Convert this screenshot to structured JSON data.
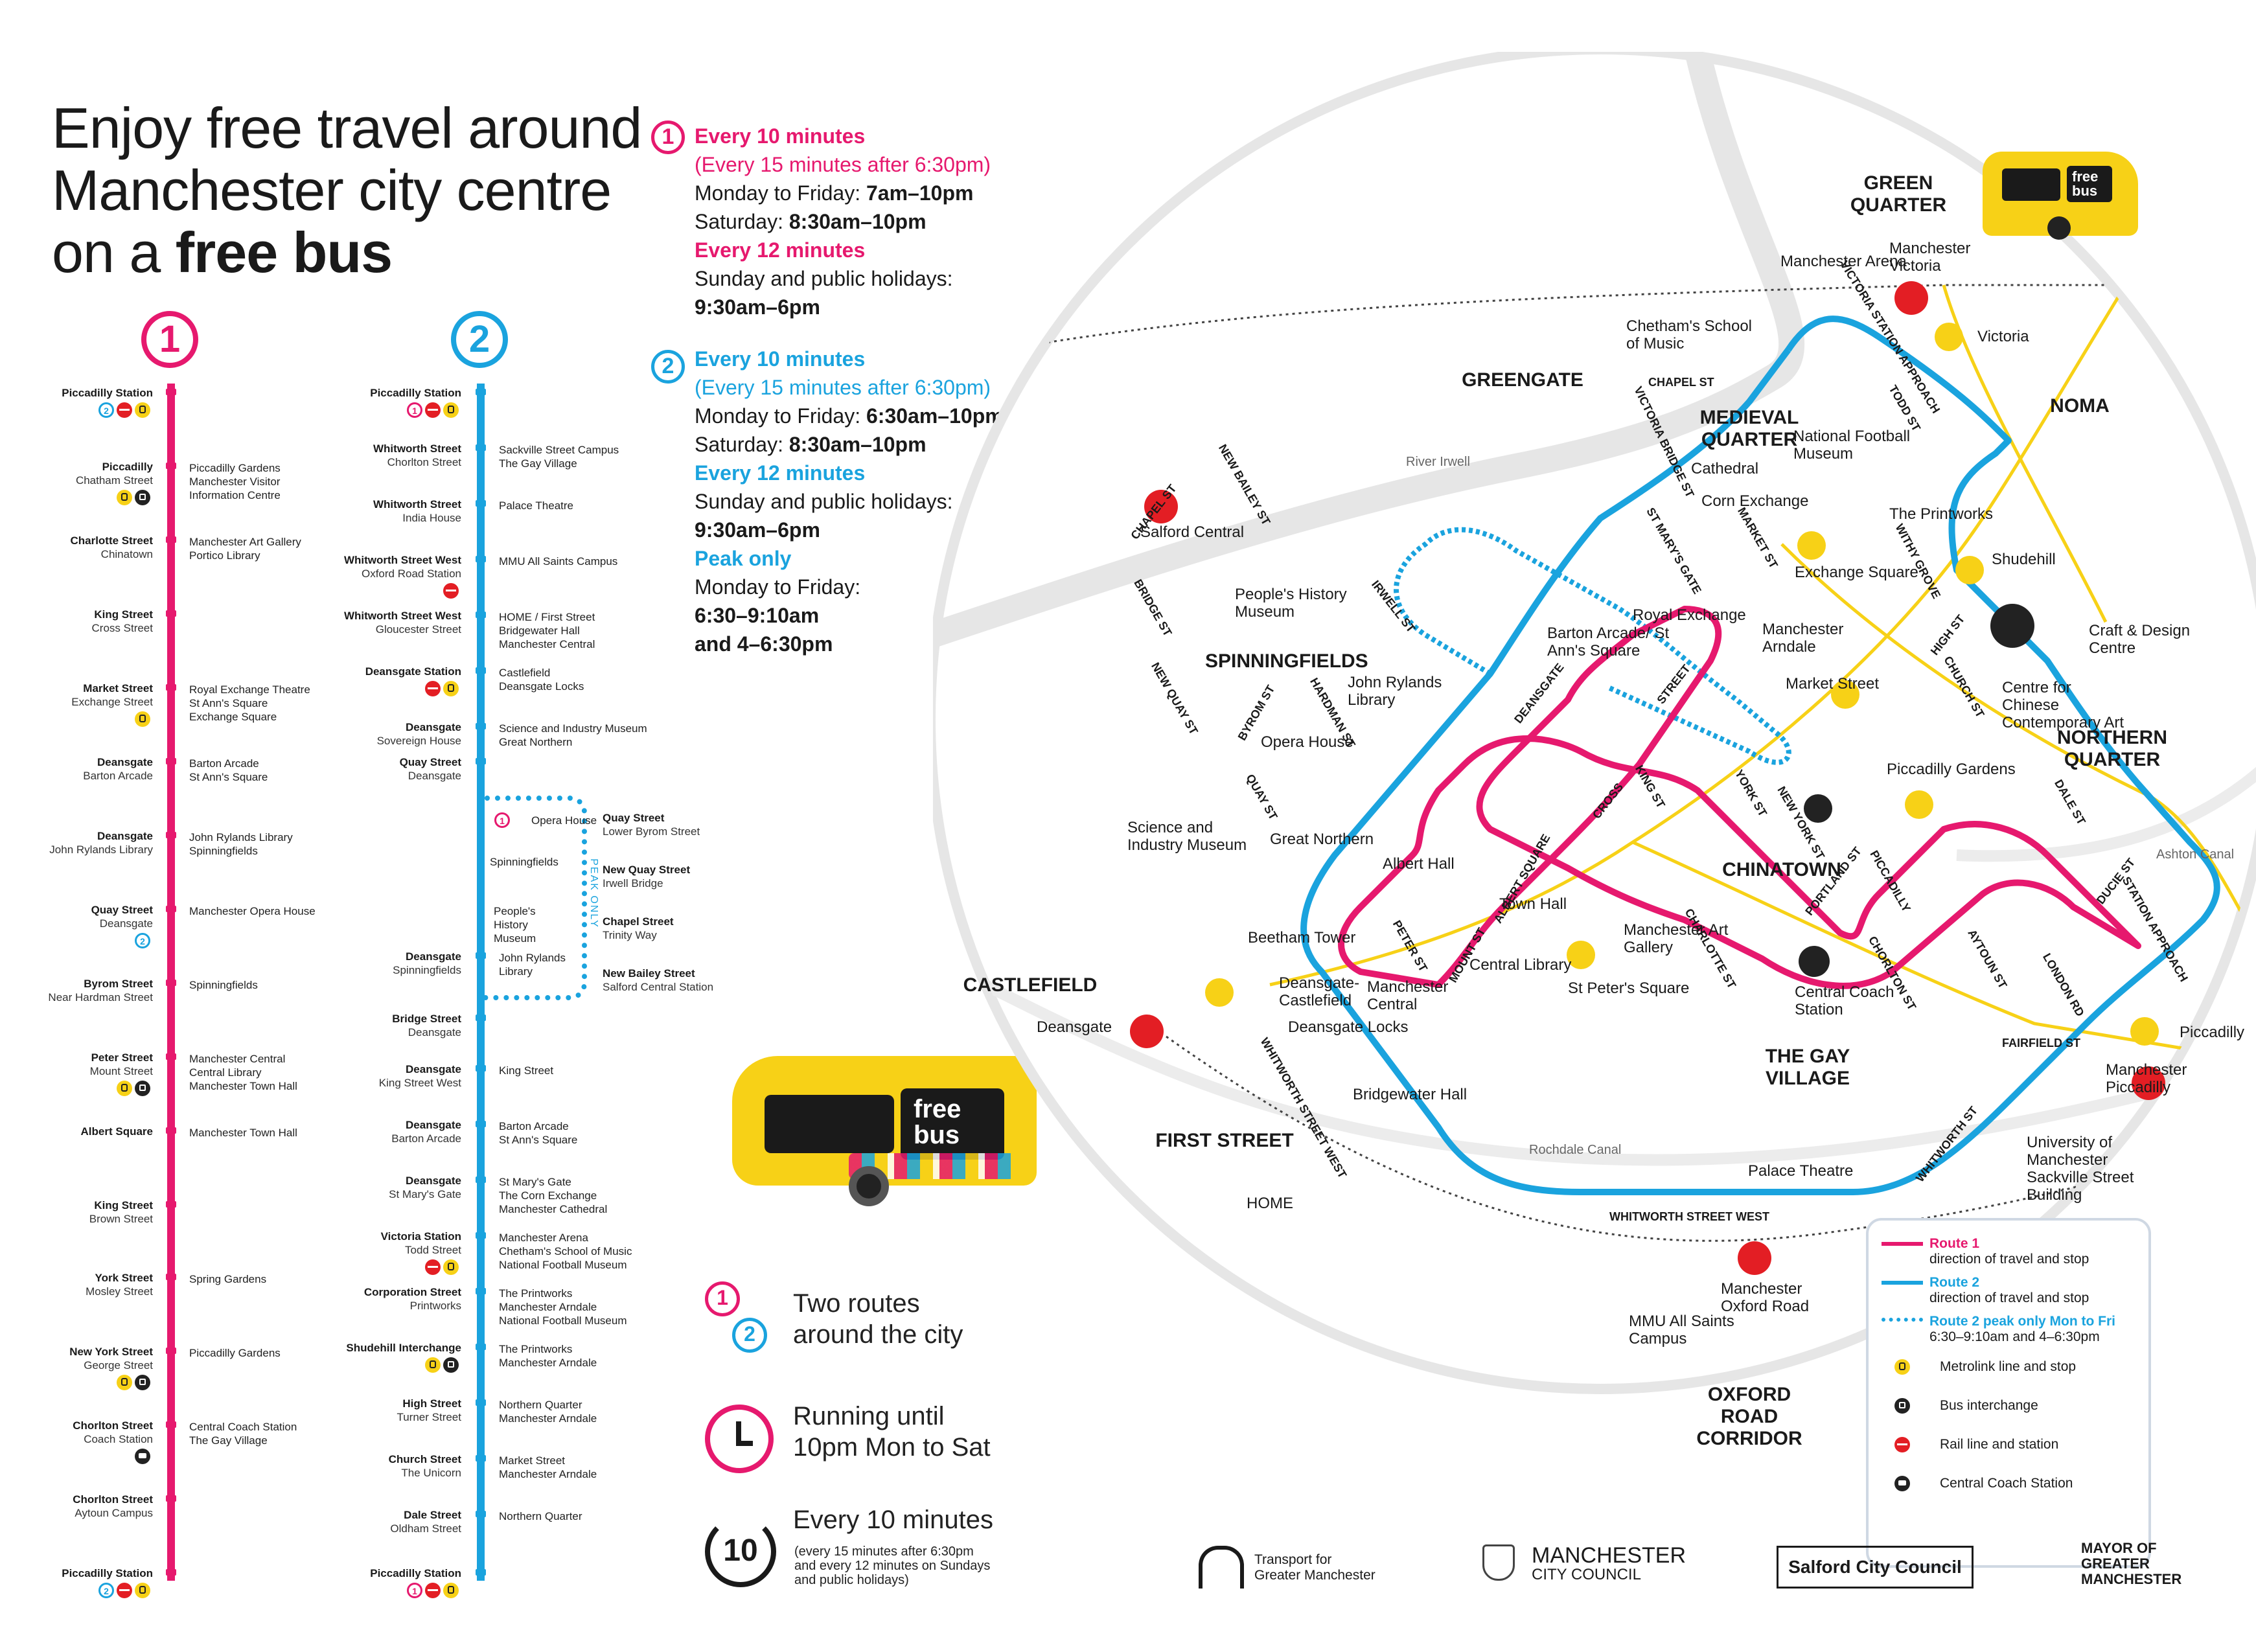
{
  "headline": {
    "line1": "Enjoy free travel around",
    "line2": "Manchester city centre",
    "line3_pre": "on a ",
    "line3_bold": "free bus"
  },
  "colors": {
    "route1": "#e6196e",
    "route2": "#1aa3de",
    "metro": "#f7d117",
    "rail": "#e31e24",
    "canal": "#d8d8d8",
    "bus_yellow": "#f7d117"
  },
  "route1": {
    "number": "1",
    "stops": [
      {
        "name": "Piccadilly Station",
        "sub": "",
        "near": [],
        "badges": [
          "r2",
          "rail",
          "metro"
        ]
      },
      {
        "name": "Piccadilly",
        "sub": "Chatham Street",
        "near": [
          "Piccadilly Gardens",
          "Manchester Visitor",
          "Information Centre"
        ],
        "badges": [
          "metro",
          "bus"
        ]
      },
      {
        "name": "Charlotte Street",
        "sub": "Chinatown",
        "near": [
          "Manchester Art Gallery",
          "Portico Library"
        ],
        "badges": []
      },
      {
        "name": "King Street",
        "sub": "Cross Street",
        "near": [],
        "badges": []
      },
      {
        "name": "Market Street",
        "sub": "Exchange Street",
        "near": [
          "Royal Exchange Theatre",
          "St Ann's Square",
          "Exchange Square"
        ],
        "badges": [
          "metro"
        ]
      },
      {
        "name": "Deansgate",
        "sub": "Barton Arcade",
        "near": [
          "Barton Arcade",
          "St Ann's Square"
        ],
        "badges": []
      },
      {
        "name": "Deansgate",
        "sub": "John Rylands Library",
        "near": [
          "John Rylands Library",
          "Spinningfields"
        ],
        "badges": []
      },
      {
        "name": "Quay Street",
        "sub": "Deansgate",
        "near": [
          "Manchester Opera House"
        ],
        "badges": [
          "r2"
        ]
      },
      {
        "name": "Byrom Street",
        "sub": "Near Hardman Street",
        "near": [
          "Spinningfields"
        ],
        "badges": []
      },
      {
        "name": "Peter Street",
        "sub": "Mount Street",
        "near": [
          "Manchester Central",
          "Central Library",
          "Manchester Town Hall"
        ],
        "badges": [
          "metro",
          "bus"
        ]
      },
      {
        "name": "Albert Square",
        "sub": "",
        "near": [
          "Manchester Town Hall"
        ],
        "badges": []
      },
      {
        "name": "King Street",
        "sub": "Brown Street",
        "near": [],
        "badges": []
      },
      {
        "name": "York Street",
        "sub": "Mosley Street",
        "near": [
          "Spring Gardens"
        ],
        "badges": []
      },
      {
        "name": "New York Street",
        "sub": "George Street",
        "near": [
          "Piccadilly Gardens"
        ],
        "badges": [
          "metro",
          "bus"
        ]
      },
      {
        "name": "Chorlton Street",
        "sub": "Coach Station",
        "near": [
          "Central Coach Station",
          "The Gay Village"
        ],
        "badges": [
          "coach"
        ]
      },
      {
        "name": "Chorlton Street",
        "sub": "Aytoun Campus",
        "near": [],
        "badges": []
      },
      {
        "name": "Piccadilly Station",
        "sub": "",
        "near": [],
        "badges": [
          "r2",
          "rail",
          "metro"
        ]
      }
    ]
  },
  "route2": {
    "number": "2",
    "stops": [
      {
        "name": "Piccadilly Station",
        "sub": "",
        "near": [],
        "badges": [
          "r1",
          "rail",
          "metro"
        ]
      },
      {
        "name": "Whitworth Street",
        "sub": "Chorlton Street",
        "near": [
          "Sackville Street Campus",
          "The Gay Village"
        ],
        "badges": []
      },
      {
        "name": "Whitworth Street",
        "sub": "India House",
        "near": [
          "Palace Theatre"
        ],
        "badges": []
      },
      {
        "name": "Whitworth Street West",
        "sub": "Oxford Road Station",
        "near": [
          "MMU All Saints Campus"
        ],
        "badges": [
          "rail"
        ]
      },
      {
        "name": "Whitworth Street West",
        "sub": "Gloucester Street",
        "near": [
          "HOME / First Street",
          "Bridgewater Hall",
          "Manchester Central"
        ],
        "badges": []
      },
      {
        "name": "Deansgate Station",
        "sub": "",
        "near": [
          "Castlefield",
          "Deansgate Locks"
        ],
        "badges": [
          "rail",
          "metro"
        ]
      },
      {
        "name": "Deansgate",
        "sub": "Sovereign House",
        "near": [
          "Science and Industry Museum",
          "Great Northern"
        ],
        "badges": []
      },
      {
        "name": "Quay Street",
        "sub": "Deansgate",
        "near": [],
        "badges": []
      },
      {
        "name": "Deansgate",
        "sub": "Spinningfields",
        "near": [
          "John Rylands",
          "Library"
        ],
        "badges": []
      },
      {
        "name": "Bridge Street",
        "sub": "Deansgate",
        "near": [],
        "badges": []
      },
      {
        "name": "Deansgate",
        "sub": "King Street West",
        "near": [
          "King Street"
        ],
        "badges": []
      },
      {
        "name": "Deansgate",
        "sub": "Barton Arcade",
        "near": [
          "Barton Arcade",
          "St Ann's Square"
        ],
        "badges": []
      },
      {
        "name": "Deansgate",
        "sub": "St Mary's Gate",
        "near": [
          "St Mary's Gate",
          "The Corn Exchange",
          "Manchester Cathedral"
        ],
        "badges": []
      },
      {
        "name": "Victoria Station",
        "sub": "Todd Street",
        "near": [
          "Manchester Arena",
          "Chetham's School of Music",
          "National Football Museum"
        ],
        "badges": [
          "rail",
          "metro"
        ]
      },
      {
        "name": "Corporation Street",
        "sub": "Printworks",
        "near": [
          "The Printworks",
          "Manchester Arndale",
          "National Football Museum"
        ],
        "badges": []
      },
      {
        "name": "Shudehill Interchange",
        "sub": "",
        "near": [
          "The Printworks",
          "Manchester Arndale"
        ],
        "badges": [
          "metro",
          "bus"
        ]
      },
      {
        "name": "High Street",
        "sub": "Turner Street",
        "near": [
          "Northern Quarter",
          "Manchester Arndale"
        ],
        "badges": []
      },
      {
        "name": "Church Street",
        "sub": "The Unicorn",
        "near": [
          "Market Street",
          "Manchester Arndale"
        ],
        "badges": []
      },
      {
        "name": "Dale Street",
        "sub": "Oldham Street",
        "near": [
          "Northern Quarter"
        ],
        "badges": []
      },
      {
        "name": "Piccadilly Station",
        "sub": "",
        "near": [],
        "badges": [
          "r1",
          "rail",
          "metro"
        ]
      }
    ],
    "peak_loop": {
      "label": "PEAK ONLY",
      "marker": "1",
      "left_items": [
        "Opera House",
        "Spinningfields",
        "People's History Museum"
      ],
      "right_stops": [
        {
          "name": "Quay Street",
          "sub": "Lower Byrom Street"
        },
        {
          "name": "New Quay Street",
          "sub": "Irwell Bridge"
        },
        {
          "name": "Chapel Street",
          "sub": "Trinity Way"
        },
        {
          "name": "New Bailey Street",
          "sub": "Salford Central Station"
        }
      ]
    }
  },
  "timetable": {
    "r1": {
      "freq": "Every 10 minutes",
      "note": "(Every 15 minutes after 6:30pm)",
      "weekday_pre": "Monday to Friday: ",
      "weekday": "7am–10pm",
      "sat_pre": "Saturday: ",
      "sat": "8:30am–10pm",
      "sun_freq": "Every 12 minutes",
      "sun_label": "Sunday and public holidays:",
      "sun": "9:30am–6pm"
    },
    "r2": {
      "freq": "Every 10 minutes",
      "note": "(Every 15 minutes after 6:30pm)",
      "weekday_pre": "Monday to Friday: ",
      "weekday": "6:30am–10pm",
      "sat_pre": "Saturday: ",
      "sat": "8:30am–10pm",
      "sun_freq": "Every 12 minutes",
      "sun_label": "Sunday and public holidays:",
      "sun": "9:30am–6pm",
      "peak": "Peak only",
      "peak_days": "Monday to Friday:",
      "peak_t1": "6:30–9:10am",
      "peak_t2": "and 4–6:30pm"
    }
  },
  "features": {
    "two_routes": "Two routes\naround the city",
    "running": "Running until\n10pm Mon to Sat",
    "every_big": "Every 10 minutes",
    "every_note": "(every 15 minutes after 6:30pm\nand every 12 minutes on Sundays\nand public holidays)",
    "every_icon": "10"
  },
  "bus": {
    "text1": "free",
    "text2": "bus"
  },
  "map": {
    "districts": [
      "GREEN QUARTER",
      "GREENGATE",
      "MEDIEVAL QUARTER",
      "NOMA",
      "SPINNINGFIELDS",
      "NORTHERN QUARTER",
      "CHINATOWN",
      "CASTLEFIELD",
      "THE GAY VILLAGE",
      "FIRST STREET",
      "OXFORD ROAD CORRIDOR"
    ],
    "places": [
      "Manchester Arena",
      "Manchester Victoria",
      "Victoria",
      "Chetham's School of Music",
      "Cathedral",
      "Corn Exchange",
      "National Football Museum",
      "The Printworks",
      "Shudehill",
      "Salford Central",
      "People's History Museum",
      "Exchange Square",
      "Manchester Arndale",
      "Barton Arcade/ St Ann's Square",
      "Royal Exchange",
      "Craft & Design Centre",
      "Centre for Chinese Contemporary Art",
      "John Rylands Library",
      "Opera House",
      "Market Street",
      "Piccadilly Gardens",
      "Science and Industry Museum",
      "Great Northern",
      "Albert Hall",
      "Town Hall",
      "Beetham Tower",
      "Deansgate-Castlefield",
      "Deansgate Locks",
      "Deansgate",
      "Manchester Central",
      "Central Library",
      "Manchester Art Gallery",
      "St Peter's Square",
      "Central Coach Station",
      "Piccadilly",
      "Manchester Piccadilly",
      "Bridgewater Hall",
      "HOME",
      "Palace Theatre",
      "University of Manchester Sackville Street Building",
      "Manchester Oxford Road",
      "MMU All Saints Campus",
      "River Irwell",
      "Rochdale Canal",
      "Ashton Canal"
    ],
    "streets": [
      "CHAPEL ST",
      "VICTORIA STATION APPROACH",
      "TODD ST",
      "VICTORIA BRIDGE ST",
      "NEW BAILEY ST",
      "CHAPEL ST",
      "IRWELL ST",
      "BRIDGE ST",
      "DEANSGATE",
      "ST MARY'S GATE",
      "MARKET ST",
      "WITHY GROVE",
      "HIGH ST",
      "CHURCH ST",
      "NEW QUAY ST",
      "BYROM ST",
      "HARDMAN ST",
      "QUAY ST",
      "STREET",
      "CROSS",
      "KING ST",
      "YORK ST",
      "NEW YORK ST",
      "DALE ST",
      "ALBERT SQUARE",
      "PETER ST",
      "MOUNT ST",
      "CHARLOTTE ST",
      "PORTLAND ST",
      "PICCADILLY",
      "CHORLTON ST",
      "AYTOUN ST",
      "DUCIE ST",
      "STATION APPROACH",
      "LONDON RD",
      "FAIRFIELD ST",
      "WHITWORTH ST",
      "WHITWORTH STREET WEST",
      "WHITWORTH STREET WEST"
    ]
  },
  "legend": {
    "r1_title": "Route 1",
    "r1_sub": "direction of travel and stop",
    "r2_title": "Route 2",
    "r2_sub": "direction of travel and stop",
    "peak_title": "Route 2 peak only Mon to Fri",
    "peak_sub": "6:30–9:10am and 4–6:30pm",
    "metro": "Metrolink line and stop",
    "bus": "Bus interchange",
    "rail": "Rail line and station",
    "coach": "Central Coach Station"
  },
  "logos": {
    "tfgm": "Transport for\nGreater Manchester",
    "mcc1": "MANCHESTER",
    "mcc2": "CITY COUNCIL",
    "salford": "Salford City Council",
    "mayor": "MAYOR OF\nGREATER\nMANCHESTER"
  }
}
